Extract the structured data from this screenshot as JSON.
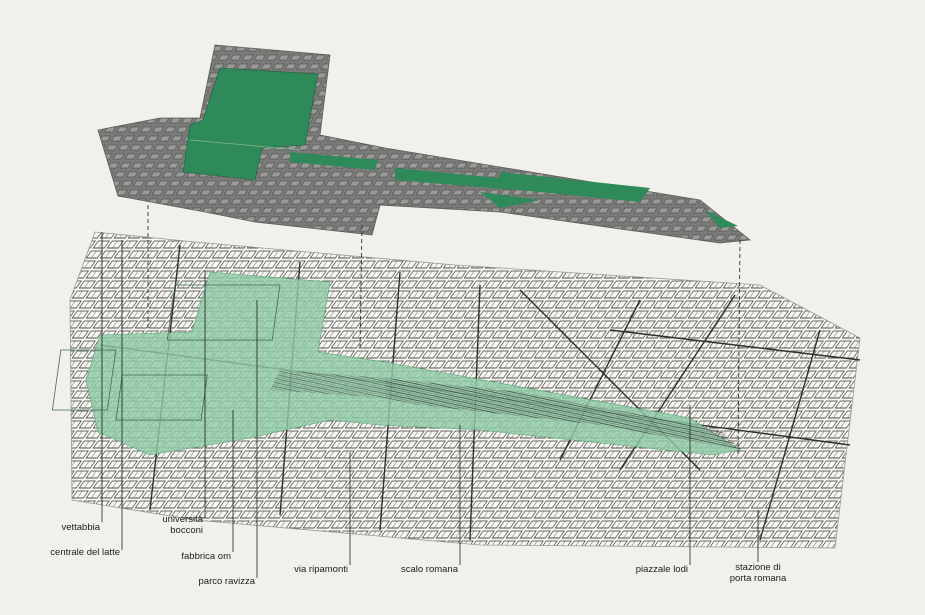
{
  "colors": {
    "background": "#f1f0ea",
    "model_gray": "#777876",
    "green_dark": "#2f8a5a",
    "green_light": "#8fcaa6",
    "map_lines": "#3a3a3a"
  },
  "labels": {
    "vettabbia": "vettabbia",
    "centrale_del_latte": "centrale del latte",
    "universita_line1": "università",
    "universita_line2": "bocconi",
    "fabbrica_om": "fabbrica om",
    "parco_ravizza": "parco ravizza",
    "via_ripamonti": "via ripamonti",
    "scalo_romana": "scalo romana",
    "piazzale_lodi": "piazzale lodi",
    "stazione_line1": "stazione di",
    "stazione_line2": "porta romana"
  }
}
